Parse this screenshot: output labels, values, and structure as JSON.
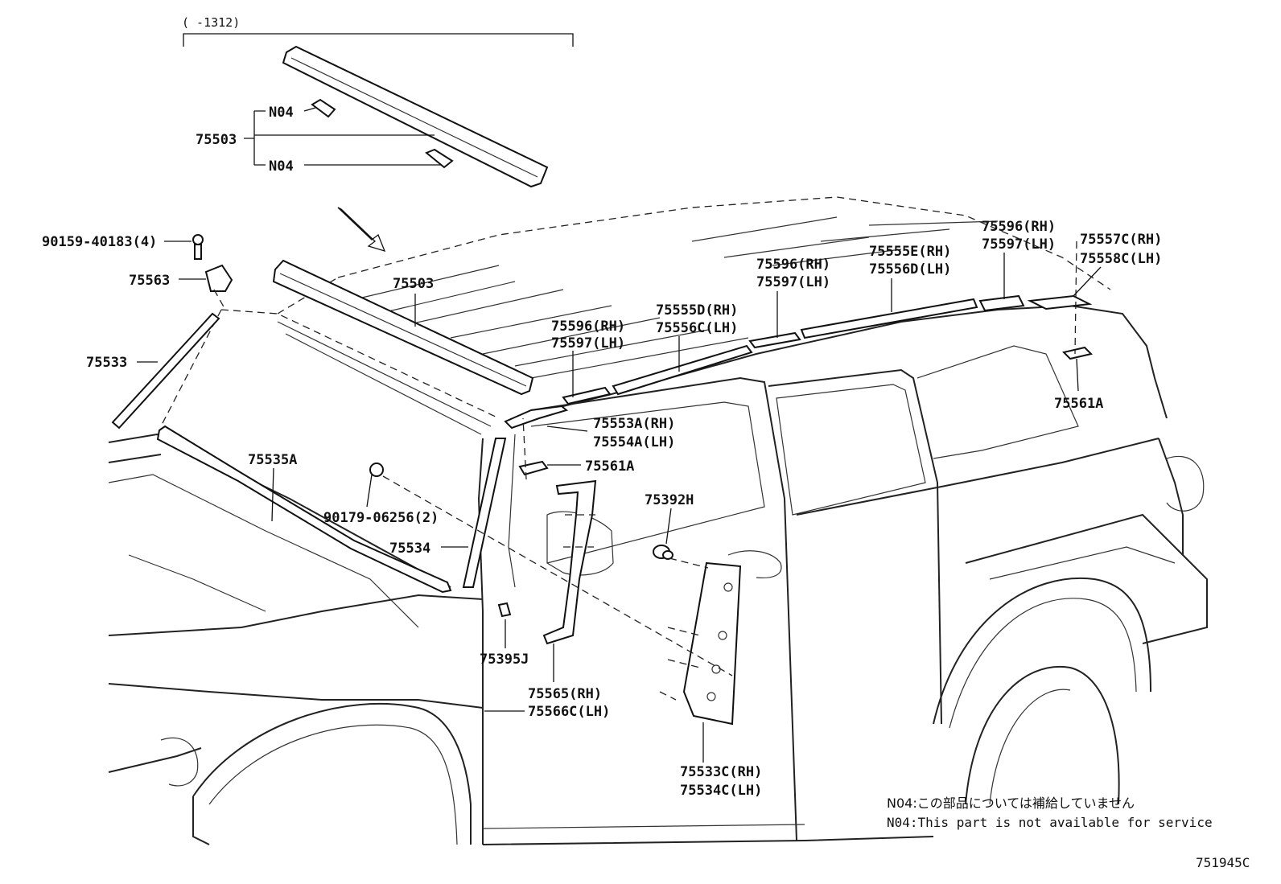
{
  "range_label": "(    -1312)",
  "callouts": {
    "n04_top": "N04",
    "n04_bottom": "N04",
    "p75503_top": "75503",
    "p75503_car": "75503",
    "p90159": "90159-40183(4)",
    "p75563": "75563",
    "p75533": "75533",
    "p75535a": "75535A",
    "p90179": "90179-06256(2)",
    "p75534": "75534",
    "p75596_1_rh": "75596(RH)",
    "p75597_1_lh": "75597(LH)",
    "p75555d_rh": "75555D(RH)",
    "p75556c_lh": "75556C(LH)",
    "p75596_2_rh": "75596(RH)",
    "p75597_2_lh": "75597(LH)",
    "p75555e_rh": "75555E(RH)",
    "p75556d_lh": "75556D(LH)",
    "p75596_3_rh": "75596(RH)",
    "p75597_3_lh": "75597(LH)",
    "p75557c_rh": "75557C(RH)",
    "p75558c_lh": "75558C(LH)",
    "p75553a_rh": "75553A(RH)",
    "p75554a_lh": "75554A(LH)",
    "p75561a_front": "75561A",
    "p75561a_rear": "75561A",
    "p75392h": "75392H",
    "p75395j": "75395J",
    "p75565_rh": "75565(RH)",
    "p75566c_lh": "75566C(LH)",
    "p75533c_rh": "75533C(RH)",
    "p75534c_lh": "75534C(LH)"
  },
  "notes": {
    "jp": "N04:この部品については補給していません",
    "en": "N04:This part is not available for service"
  },
  "diagram_code": "751945C"
}
